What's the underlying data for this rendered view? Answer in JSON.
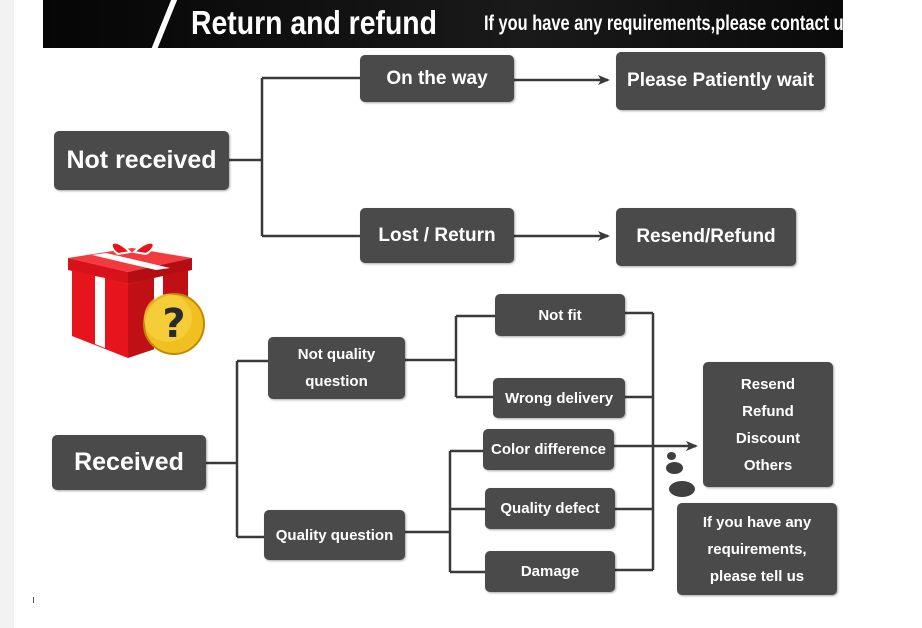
{
  "banner": {
    "title": "Return and refund",
    "subtitle": "If you have any requirements,please contact us freely."
  },
  "not_received": {
    "label": "Not received",
    "on_the_way": "On the way",
    "wait": "Please Patiently wait",
    "lost_return": "Lost / Return",
    "resend_refund": "Resend/Refund"
  },
  "received": {
    "label": "Received",
    "not_quality": [
      "Not quality",
      "question"
    ],
    "quality_question": "Quality question",
    "not_fit": "Not fit",
    "wrong_delivery": "Wrong delivery",
    "color_difference": "Color difference",
    "quality_defect": "Quality defect",
    "damage": "Damage"
  },
  "solutions": {
    "items": [
      "Resend",
      "Refund",
      "Discount",
      "Others"
    ],
    "note": [
      "If you have any",
      "requirements,",
      "please tell us"
    ]
  },
  "colors": {
    "box": "#4a4a4a",
    "line": "#3a3a3a",
    "gift_red": "#e8141b",
    "ribbon": "#ffffff",
    "question_badge": "#f0c020"
  },
  "icons": {
    "gift": "gift-box-icon",
    "question": "question-mark-icon"
  }
}
